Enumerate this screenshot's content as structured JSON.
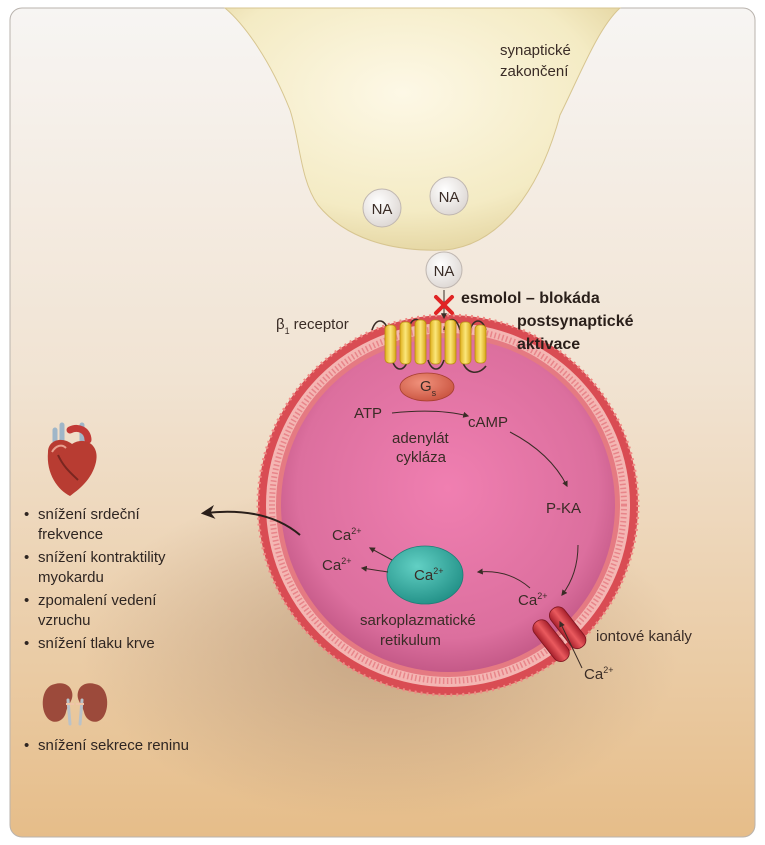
{
  "labels": {
    "synaptic_line1": "synaptické",
    "synaptic_line2": "zakončení",
    "na": "NA",
    "beta": "β",
    "beta_sub": "1",
    "receptor": "receptor",
    "esmolol_line1": "esmolol – blokáda",
    "esmolol_line2": "postsynaptické",
    "esmolol_line3": "aktivace",
    "gs_g": "G",
    "gs_s": "s",
    "atp": "ATP",
    "camp": "cAMP",
    "adenylat_line1": "adenylát",
    "adenylat_line2": "cykláza",
    "pka": "P-KA",
    "ca": "Ca",
    "ca_sup": "2+",
    "sr_line1": "sarkoplazmatické",
    "sr_line2": "retikulum",
    "channels": "iontové kanály"
  },
  "effects": {
    "heart": [
      [
        "snížení srdeční",
        "frekvence"
      ],
      [
        "snížení kontraktility",
        "myokardu"
      ],
      [
        "zpomalení vedení",
        "vzruchu"
      ],
      [
        "snížení tlaku krve"
      ]
    ],
    "kidney": [
      [
        "snížení sekrece reninu"
      ]
    ]
  },
  "bullet": "•",
  "colors": {
    "background_top": "#f6f4f1",
    "background_bottom": "#e7c08e",
    "membrane": "#e3656b",
    "cell_inside": "#d8709b",
    "reticulum": "#36b0a4",
    "block_mark": "#e02424",
    "receptor": "#f2d23a"
  },
  "icons": [
    "heart-icon",
    "kidney-icon",
    "block-x-icon"
  ]
}
